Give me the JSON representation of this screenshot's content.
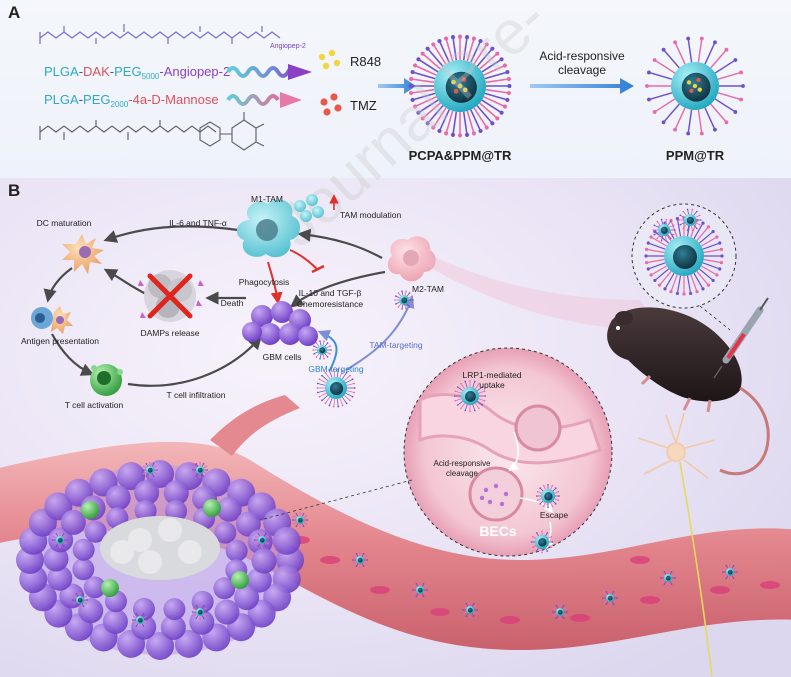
{
  "panel_a": {
    "panel_letter": "A",
    "polymers": {
      "line1": {
        "plga": "PLGA",
        "dash1": "-",
        "dak": "DAK",
        "dash2": "-",
        "peg": "PEG",
        "peg_sub": "5000",
        "tail": "-Angiopep-2"
      },
      "line2": {
        "plga": "PLGA",
        "dash1": "-",
        "peg": "PEG",
        "peg_sub": "2000",
        "tail": "-4a-D-Mannose"
      }
    },
    "structure_label": "Angiopep-2",
    "drug1": "R848",
    "drug2": "TMZ",
    "cleavage_label_line1": "Acid-responsive",
    "cleavage_label_line2": "cleavage",
    "np1_label": "PCPA&PPM@TR",
    "np2_label": "PPM@TR"
  },
  "panel_b": {
    "panel_letter": "B",
    "labels": {
      "m1_tam": "M1-TAM",
      "m2_tam": "M2-TAM",
      "tam_modulation": "TAM modulation",
      "il6": "IL-6 and TNF-α",
      "dc_maturation": "DC maturation",
      "phagocytosis": "Phagocytosis",
      "death": "Death",
      "il10_line1": "IL-10 and TGF-β",
      "il10_line2": "Chemoresistance",
      "antigen_presentation": "Antigen presentation",
      "damps_release": "DAMPs release",
      "gbm_cells": "GBM cells",
      "tam_targeting": "TAM-targeting",
      "gbm_targeting": "GBM-targeting",
      "t_cell_activation": "T cell activation",
      "t_cell_infiltration": "T cell infiltration",
      "lrp1_line1": "LRP1-mediated",
      "lrp1_line2": "uptake",
      "acid_line1": "Acid-responsive",
      "acid_line2": "cleavage",
      "escape": "Escape",
      "becs": "BECs"
    }
  },
  "watermark": "Journal Pre-",
  "colors": {
    "plga": "#2fa7c9",
    "dak": "#e0505c",
    "peg": "#2fa7c9",
    "angiopep": "#8a3fc4",
    "mannose": "#e0505c",
    "vessel": "#e98a8f",
    "tumor": "#8a56d6",
    "nanoparticle_core": "#1c4f63",
    "nanoparticle_shell": "#4fd2e4",
    "arrow_blue": "#3a8fdc"
  }
}
